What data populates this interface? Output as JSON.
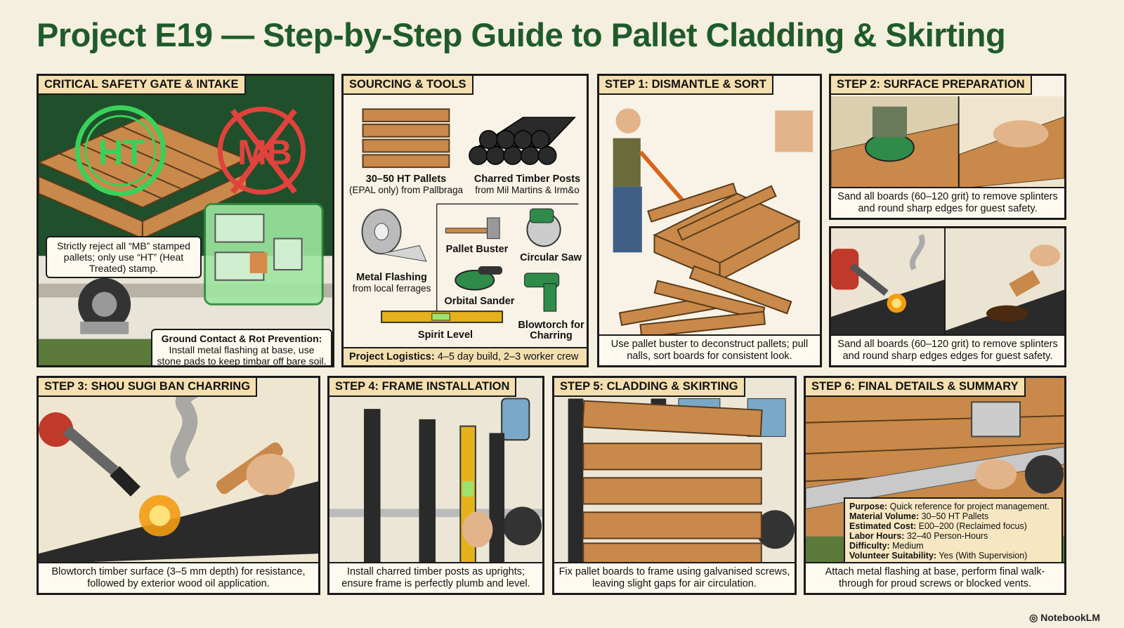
{
  "title": "Project E19 — Step-by-Step Guide to Pallet Cladding & Skirting",
  "colors": {
    "title_green": "#1f5b2a",
    "label_bg": "#f4dfb0",
    "ht_green": "#3ad15a",
    "mb_red": "#e0433c",
    "wood": "#c8894a",
    "char": "#2a2a2a"
  },
  "panels": {
    "safety": {
      "label": "CRITICAL SAFETY GATE & INTAKE",
      "stamp_ok": "HT",
      "stamp_bad": "MB",
      "callout_reject": "Strictly reject all “MB” stamped pallets; only use “HT” (Heat Treated) stamp.",
      "callout_ground_title": "Ground Contact & Rot Prevention:",
      "callout_ground_text": "Install metal flashing at base, use stone pads to keep timbar off bare soil."
    },
    "sourcing": {
      "label": "SOURCING & TOOLS",
      "pallets_name": "30–50 HT Pallets",
      "pallets_src": "(EPAL only) from Pallbraga",
      "posts_name": "Charred Timber Posts",
      "posts_src": "from Mil Martins & Irm&o",
      "flashing_name": "Metal Flashing",
      "flashing_src": "from local ferrages",
      "tool_buster": "Pallet Buster",
      "tool_saw": "Circular Saw",
      "tool_sander": "Orbital Sander",
      "tool_level": "Spirit Level",
      "tool_torch": "Blowtorch for Charring",
      "logistics_label": "Project Logistics:",
      "logistics_text": "4–5 day build, 2–3 worker crew"
    },
    "step1": {
      "label": "STEP 1: DISMANTLE & SORT",
      "caption": "Use pallet buster to deconstruct pallets; pull nalls, sort boards for consistent look."
    },
    "step2": {
      "label": "STEP 2: SURFACE PREPARATION",
      "caption": "Sand all boards (60–120 grit) to remove splinters and round sharp edges for guest safety."
    },
    "step2b": {
      "caption": "Sand all boards (60–120 grit) to remove splinters and round sharp edges edges for guest safety."
    },
    "step3": {
      "label": "STEP 3: SHOU SUGI BAN CHARRING",
      "caption": "Blowtorch timber surface (3–5 mm depth) for resistance, followed by exterior wood oil application."
    },
    "step4": {
      "label": "STEP 4: FRAME INSTALLATION",
      "caption": "Install charred timber posts as uprights; ensure frame is perfectly plumb and level."
    },
    "step5": {
      "label": "STEP 5: CLADDING & SKIRTING",
      "caption": "Fix pallet boards to frame using galvanised screws, leaving slight gaps for air circulation."
    },
    "step6": {
      "label": "STEP 6: FINAL DETAILS & SUMMARY",
      "caption": "Attach metal flashing at base, perform final walk-through for proud screws or blocked vents.",
      "summary": [
        {
          "k": "Purpose:",
          "v": "Quick reference for project management."
        },
        {
          "k": "Material Volume:",
          "v": "30–50 HT Pallets"
        },
        {
          "k": "Estimated Cost:",
          "v": "E00–200 (Reclaimed focus)"
        },
        {
          "k": "Labor Hours:",
          "v": "32–40 Person-Hours"
        },
        {
          "k": "Difficulty:",
          "v": "Medium"
        },
        {
          "k": "Volunteer Suitability:",
          "v": "Yes (With Supervision)"
        }
      ]
    }
  },
  "brand": "NotebookLM"
}
